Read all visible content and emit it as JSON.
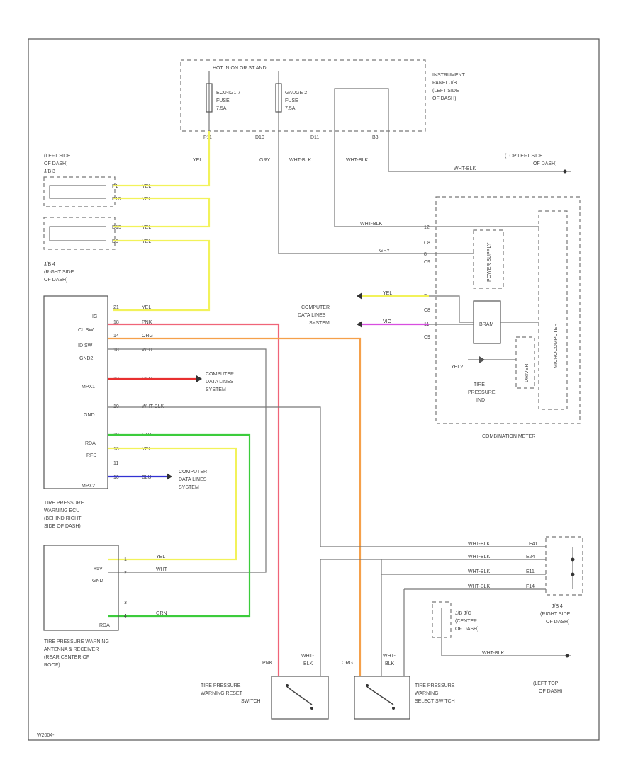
{
  "colors": {
    "yel": "#f2f25a",
    "pnk": "#f06478",
    "org": "#f5a04a",
    "red": "#e83030",
    "grn": "#3ccc3c",
    "blu": "#3232d2",
    "vio": "#d84ee0",
    "gry": "#999999",
    "wht": "#bbbbbb",
    "line": "#666666"
  },
  "labels": {
    "junction_top": "HOT IN ON OR ST AND",
    "fuse1_name": "ECU-IG1 7",
    "fuse1_fuse": "FUSE",
    "fuse1_amp": "7.5A",
    "fuse2_name": "GAUGE 2",
    "fuse2_fuse": "FUSE",
    "fuse2_amp": "7.5A",
    "ipjb_1": "INSTRUMENT",
    "ipjb_2": "PANEL J/B",
    "ipjb_3": "(LEFT SIDE",
    "ipjb_4": "OF DASH)",
    "pin_p11": "P11",
    "pin_d10": "D10",
    "pin_d11": "D11",
    "pin_b3": "B3",
    "w_yel": "YEL",
    "w_gry": "GRY",
    "w_whtblk": "WHT-BLK",
    "w_whtblk2": "WHT-BLK",
    "w_whtblk_gnd": "WHT-BLK",
    "gnd_top_1": "(TOP LEFT SIDE",
    "gnd_top_2": "OF DASH)",
    "jb3_1": "(LEFT SIDE",
    "jb3_2": "OF DASH)",
    "jb3_3": "J/B 3",
    "jb3_p1": "P1",
    "jb3_p10": "P10",
    "jb3_w1": "YEL",
    "jb3_w2": "YEL",
    "jb4a_p1": "D15",
    "jb4a_p2": "D5",
    "jb4a_w1": "YEL",
    "jb4a_w2": "YEL",
    "jb4_1": "J/B 4",
    "jb4_2": "(RIGHT SIDE",
    "jb4_3": "OF DASH)",
    "meter_whtblk": "WHT-BLK",
    "meter_gry": "GRY",
    "meter_c8a": "C8",
    "meter_c8b": "C8",
    "meter_c9a": "C9",
    "meter_c9b": "C9",
    "meter_pin1": "12",
    "meter_pin2": "8",
    "meter_pin3": "7",
    "meter_pin4": "11",
    "power_supply": "POWER SUPPLY",
    "micro": "MICROCOMPUTER",
    "bram": "BRAM",
    "driver": "DRIVER",
    "pr_1": "TIRE",
    "pr_2": "PRESSURE",
    "pr_3": "IND",
    "pr_led": "YEL?",
    "comb_meter": "COMBINATION METER",
    "cdl_1": "COMPUTER",
    "cdl_2": "DATA LINES",
    "cdl_3": "SYSTEM",
    "cdl_w1": "YEL",
    "cdl_w2": "VIO",
    "ecu_ig": "IG",
    "ecu_clsw": "CL SW",
    "ecu_idsw": "ID SW",
    "ecu_gnd2": "GND2",
    "ecu_mpx1": "MPX1",
    "ecu_gnd": "GND",
    "ecu_rda": "RDA",
    "ecu_rfd": "RFD",
    "ecu_mpx2": "MPX2",
    "ecu_w_ig": "YEL",
    "ecu_w_cl": "PNK",
    "ecu_w_id": "ORG",
    "ecu_w_gnd2": "WHT",
    "ecu_w_mpx1": "RED",
    "ecu_w_gnd": "WHT-BLK",
    "ecu_w_rda": "GRN",
    "ecu_w_rfd": "YEL",
    "ecu_w_mpx2": "BLU",
    "ecu_pin_ig": "21",
    "ecu_pin_cl": "18",
    "ecu_pin_id": "14",
    "ecu_pin_gnd2": "18",
    "ecu_pin_mpx1": "12",
    "ecu_pin_gnd": "10",
    "ecu_pin_rda": "18",
    "ecu_pin_rfd": "18",
    "ecu_pin_tc": "11",
    "ecu_pin_mpx2": "10",
    "cdl2_1": "COMPUTER",
    "cdl2_2": "DATA LINES",
    "cdl2_3": "SYSTEM",
    "cdl3_1": "COMPUTER",
    "cdl3_2": "DATA LINES",
    "cdl3_3": "SYSTEM",
    "ecu_name_1": "TIRE PRESSURE",
    "ecu_name_2": "WARNING ECU",
    "ecu_name_3": "(BEHIND RIGHT",
    "ecu_name_4": "SIDE OF DASH)",
    "ant_vcc": "+5V",
    "ant_gnd": "GND",
    "ant_rda": "RDA",
    "ant_w_vcc": "YEL",
    "ant_w_gnd": "WHT",
    "ant_w_rda": "GRN",
    "ant_pin1": "1",
    "ant_pin2": "2",
    "ant_pin3": "3",
    "ant_pin4": "4",
    "ant_name_1": "TIRE PRESSURE WARNING",
    "ant_name_2": "ANTENNA & RECEIVER",
    "ant_name_3": "(REAR CENTER OF",
    "ant_name_4": "ROOF)",
    "jb4b_w1": "WHT-BLK",
    "jb4b_w2": "WHT-BLK",
    "jb4b_w3": "WHT-BLK",
    "jb4b_w4": "WHT-BLK",
    "jb4b_p1": "E41",
    "jb4b_p2": "E24",
    "jb4b_p3": "E11",
    "jb4b_p4": "F14",
    "jb4b_1": "J/B 4",
    "jb4b_2": "(RIGHT SIDE",
    "jb4b_3": "OF DASH)",
    "jlc_1": "J/B J/C",
    "jlc_2": "(CENTER",
    "jlc_3": "OF DASH)",
    "jlc_w": "WHT-BLK",
    "gnd_bot_1": "(LEFT TOP",
    "gnd_bot_2": "OF DASH)",
    "sw1_w1": "PNK",
    "sw1_w2": "WHT-",
    "sw1_w3": "BLK",
    "sw1_1": "TIRE PRESSURE",
    "sw1_2": "WARNING RESET",
    "sw1_3": "SWITCH",
    "sw2_w1": "ORG",
    "sw2_w2": "WHT-",
    "sw2_w3": "BLK",
    "sw2_1": "TIRE PRESSURE",
    "sw2_2": "WARNING",
    "sw2_3": "SELECT SWITCH",
    "footer": "W2004-"
  }
}
